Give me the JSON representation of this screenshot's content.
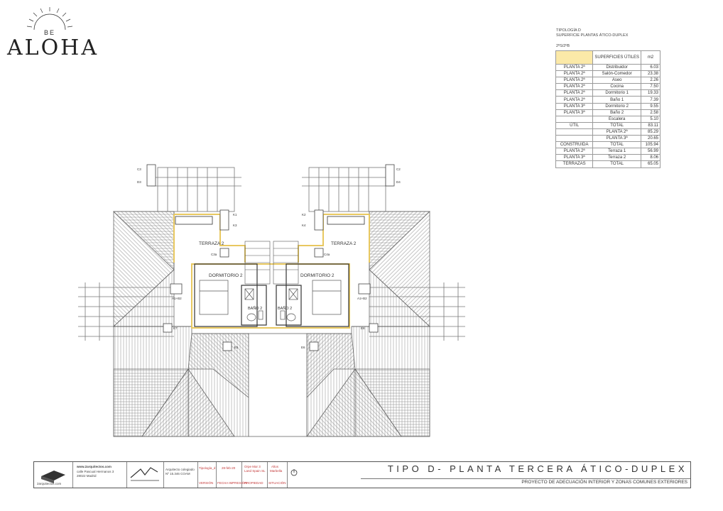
{
  "brand": {
    "be": "BE",
    "name": "ALOHA"
  },
  "header": {
    "tipologia": "TIPOLOGÍA D",
    "superficie": "SUPERFICIE PLANTAS ÁTICO-DUPLEX",
    "units": "2ºS/2ºB"
  },
  "area_table": {
    "col_label": "SUPERFICIES ÚTILES",
    "col_unit": "m2",
    "rows": [
      [
        "PLANTA 2ª",
        "Distribuidor",
        "6.03"
      ],
      [
        "PLANTA 2ª",
        "Salón-Comedor",
        "23.38"
      ],
      [
        "PLANTA 2ª",
        "Aseo",
        "2.26"
      ],
      [
        "PLANTA 2ª",
        "Cocina",
        "7.50"
      ],
      [
        "PLANTA 2ª",
        "Dormitorio 1",
        "19.33"
      ],
      [
        "PLANTA 2ª",
        "Baño 1",
        "7.39"
      ],
      [
        "PLANTA 3ª",
        "Dormitorio 2",
        "9.55"
      ],
      [
        "PLANTA 3ª",
        "Baño 2",
        "2.58"
      ],
      [
        "",
        "Escalera",
        "5.10"
      ],
      [
        "ÚTIL",
        "TOTAL",
        "83.11"
      ],
      [
        "",
        "PLANTA 2ª",
        "85.29"
      ],
      [
        "",
        "PLANTA 3ª",
        "20.65"
      ],
      [
        "CONSTRUIDA",
        "TOTAL",
        "105.94"
      ],
      [
        "PLANTA 2ª",
        "Terraza 1",
        "56.99"
      ],
      [
        "PLANTA 3ª",
        "Terraza 2",
        "8.06"
      ],
      [
        "TERRAZAS",
        "TOTAL",
        "65.05"
      ]
    ]
  },
  "plan": {
    "rooms": {
      "terraza_left": "TERRAZA 2",
      "terraza_right": "TERRAZA 2",
      "dorm_left": "DORMITORIO 2",
      "dorm_right": "DORMITORIO 2",
      "bano_left": "BAÑO 2",
      "bano_right": "BAÑO 2"
    },
    "tags": {
      "c3": "C3",
      "d3": "D3",
      "k1": "K1",
      "k3": "K3",
      "c2": "C2",
      "d4": "D4",
      "k2": "K2",
      "k4": "K4",
      "c3a": "C3a",
      "c4a": "C4a",
      "a1b2": "A1+B2",
      "a1b2r": "A1+B2",
      "e7": "E7",
      "e8": "E8",
      "e5": "E5",
      "e6": "E6"
    }
  },
  "title_block": {
    "web": "www.2arquitectos.com",
    "address1": "calle Pascual Hermanos 3",
    "address2": "28022 Madrid",
    "footer": "2arquitectos.com",
    "architect": "Arquitecto colegiado",
    "colegiado": "Nº 15.346 COAM",
    "tipologia": "Tipología_d",
    "date": "28-feb-20",
    "client1": "Orpe Mar 3",
    "client2": "Land Spain SL",
    "location1": "Altos",
    "location2": "Marbella",
    "lbl_version": "VERSIÓN",
    "lbl_fecha": "FECHA IMPRESIÓN",
    "lbl_propiedad": "PROPIEDAD",
    "lbl_situacion": "SITUACIÓN",
    "title": "TIPO D- PLANTA TERCERA ÁTICO-DUPLEX",
    "subtitle": "PROYECTO DE ADECUACIÓN INTERIOR Y ZONAS COMUNES EXTERIORES"
  }
}
